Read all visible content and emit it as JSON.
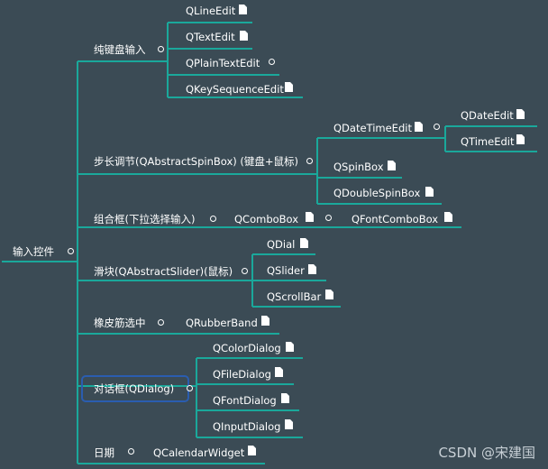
{
  "root": "输入控件",
  "categories": {
    "keyboard": "纯键盘输入",
    "spinbox": "步长调节(QAbstractSpinBox) (键盘+鼠标)",
    "combo": "组合框(下拉选择输入)",
    "slider": "滑块(QAbstractSlider)(鼠标)",
    "rubber": "橡皮筋选中",
    "dialog": "对话框(QDialog)",
    "date": "日期"
  },
  "leaves": {
    "lineedit": "QLineEdit",
    "textedit": "QTextEdit",
    "plaintextedit": "QPlainTextEdit",
    "keysequenceedit": "QKeySequenceEdit",
    "datetimeedit": "QDateTimeEdit",
    "dateedit": "QDateEdit",
    "timeedit": "QTimeEdit",
    "spinbox": "QSpinBox",
    "doublespinbox": "QDoubleSpinBox",
    "combobox": "QComboBox",
    "fontcombobox": "QFontComboBox",
    "dial": "QDial",
    "slider": "QSlider",
    "scrollbar": "QScrollBar",
    "rubberband": "QRubberBand",
    "colordialog": "QColorDialog",
    "filedialog": "QFileDialog",
    "fontdialog": "QFontDialog",
    "inputdialog": "QInputDialog",
    "calendarwidget": "QCalendarWidget"
  },
  "watermark": "CSDN @宋建国",
  "colors": {
    "background": "#3b4b55",
    "branch": "#1aa89b",
    "text": "#ffffff",
    "highlight": "#2a5db0"
  }
}
